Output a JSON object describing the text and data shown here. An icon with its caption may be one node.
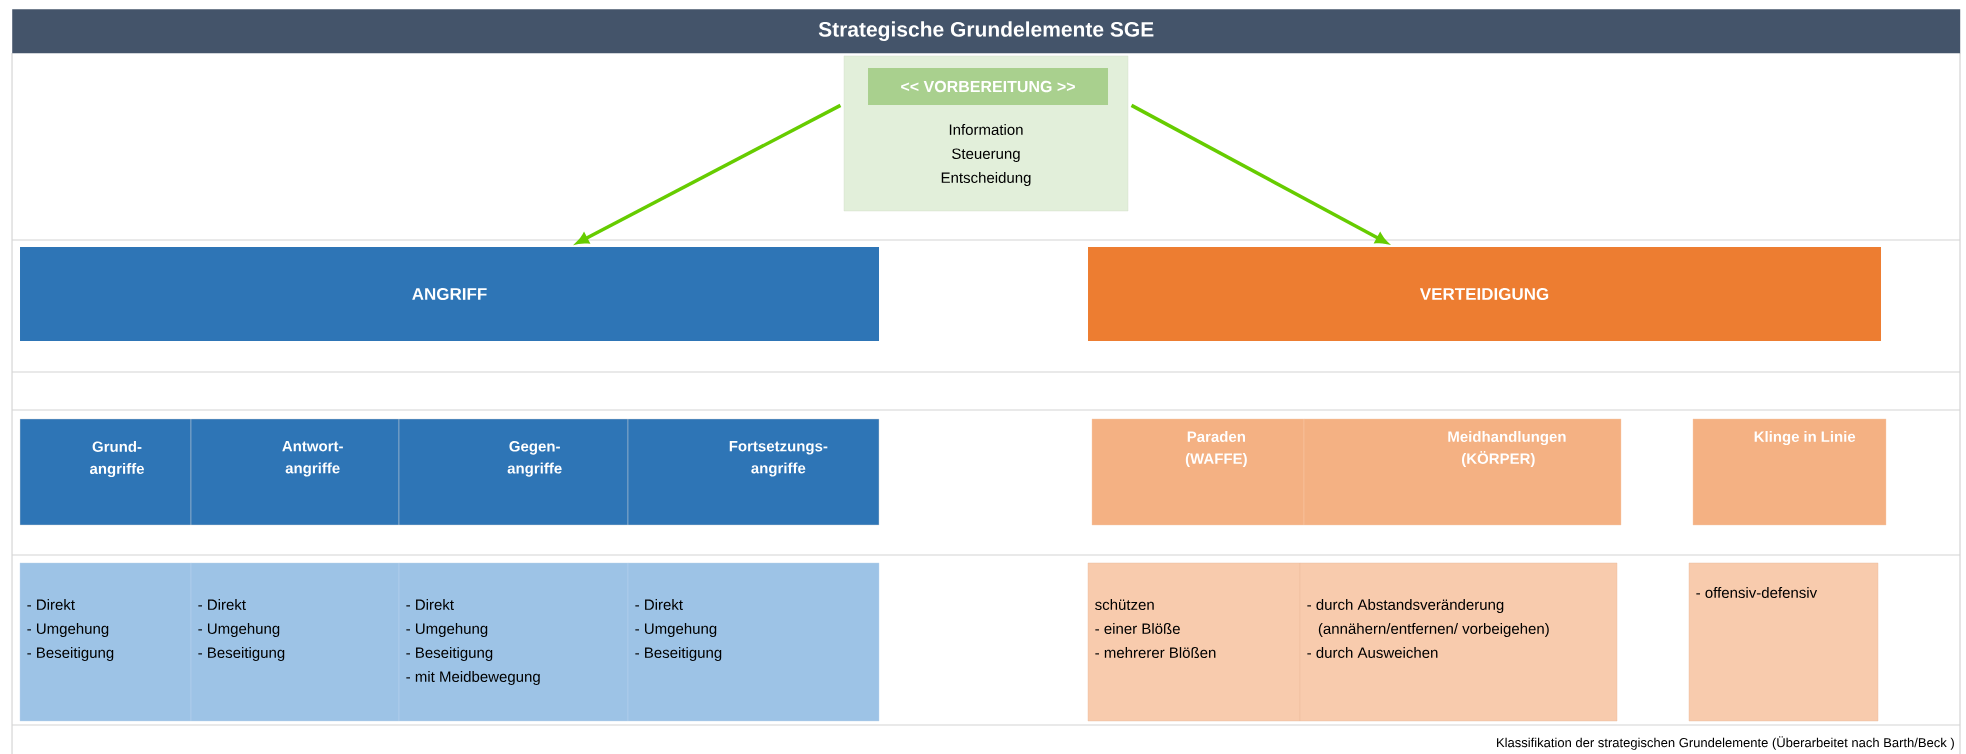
{
  "diagram": {
    "title": "Strategische Grundelemente SGE",
    "caption": "Klassifikation der strategischen Grundelemente (Überarbeitet nach Barth/Beck )",
    "nodes": [
      {
        "text": [
          "Information",
          "Steuerung",
          "Entscheidung"
        ]
      },
      {
        "text": [
          "<<  VORBEREITUNG >>"
        ],
        "in": 0
      },
      {
        "text": [
          "ANGRIFF"
        ]
      },
      {
        "text": [
          "VERTEIDIGUNG"
        ]
      },
      {
        "text": [
          "Grund- angriffe"
        ]
      },
      {
        "text": [
          "Antwort- angriffe"
        ]
      },
      {
        "text": [
          "Gegen- angriffe"
        ]
      },
      {
        "text": [
          "Fortsetzungs- angriffe"
        ]
      },
      {
        "text": [
          "Paraden (WAFFE)"
        ]
      },
      {
        "text": [
          "Meidhandlungen (KÖRPER)"
        ]
      },
      {
        "text": [
          "Klinge in Linie"
        ]
      },
      {
        "text": [
          "- Direkt",
          "- Umgehung",
          "- Beseitigung"
        ]
      },
      {
        "text": [
          "- Direkt",
          "- Umgehung",
          "- Beseitigung"
        ]
      },
      {
        "text": [
          "- Direkt",
          "- Umgehung",
          "- Beseitigung",
          "- mit Meidbewegung"
        ]
      },
      {
        "text": [
          "- Direkt",
          "- Umgehung",
          "- Beseitigung"
        ]
      },
      {
        "text": [
          "schützen",
          "- einer Blöße",
          "- mehrerer Blößen"
        ]
      },
      {
        "text": [
          "- durch Abstandsveränderung (annähern/entfernen/ vorbeigehen)",
          "- durch Ausweichen"
        ]
      },
      {
        "text": [
          "- offensiv-defensiv"
        ]
      }
    ],
    "edges": [
      {
        "from": 0,
        "to": 2,
        "arrow": "to"
      },
      {
        "from": 0,
        "to": 3,
        "arrow": "to"
      }
    ]
  }
}
